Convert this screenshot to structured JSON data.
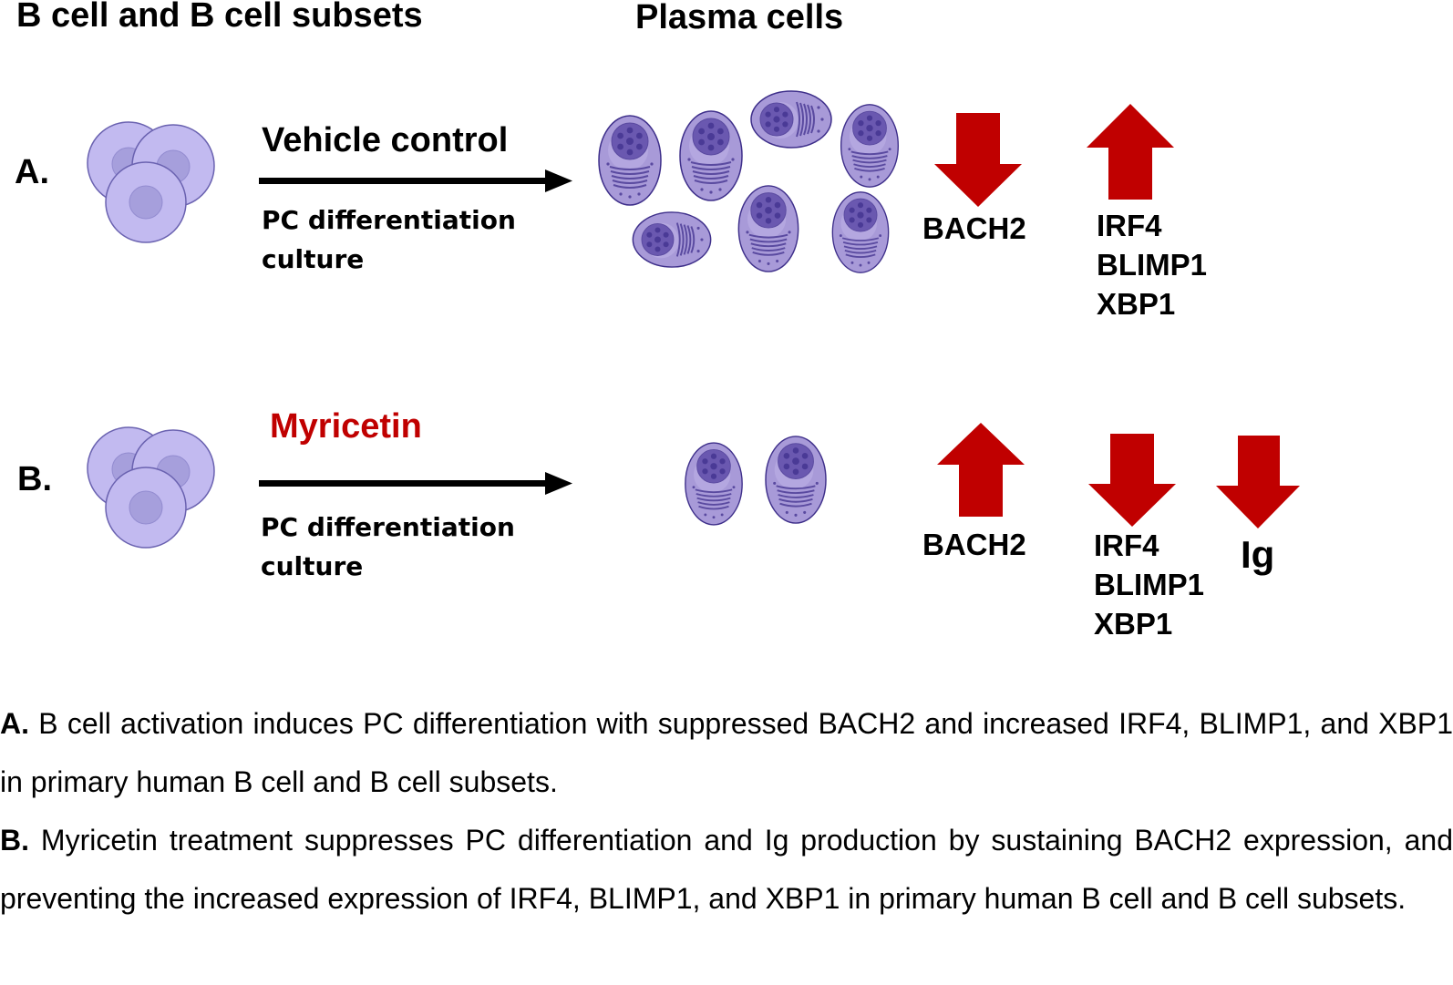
{
  "headers": {
    "b_cells": "B cell and B cell subsets",
    "plasma_cells": "Plasma cells"
  },
  "panels": [
    {
      "label": "A.",
      "treatment": "Vehicle control",
      "culture_line1": "PC differentiation",
      "culture_line2": "culture",
      "plasma_cell_count": 7,
      "effects": [
        {
          "direction": "down",
          "genes": [
            "BACH2"
          ]
        },
        {
          "direction": "up",
          "genes": [
            "IRF4",
            "BLIMP1",
            "XBP1"
          ]
        }
      ]
    },
    {
      "label": "B.",
      "treatment": "Myricetin",
      "culture_line1": "PC differentiation",
      "culture_line2": "culture",
      "plasma_cell_count": 2,
      "effects": [
        {
          "direction": "up",
          "genes": [
            "BACH2"
          ]
        },
        {
          "direction": "down",
          "genes": [
            "IRF4",
            "BLIMP1",
            "XBP1"
          ]
        },
        {
          "direction": "down",
          "genes": [
            "Ig"
          ]
        }
      ]
    }
  ],
  "caption": {
    "a_label": "A.",
    "a_text": " B cell activation induces PC differentiation with suppressed BACH2 and increased IRF4, BLIMP1, and XBP1 in primary human B cell and B cell subsets.",
    "b_label": "B.",
    "b_text": " Myricetin treatment suppresses PC differentiation and Ig production by sustaining BACH2 expression, and preventing the increased expression of IRF4, BLIMP1, and XBP1 in primary human B cell and B cell subsets."
  },
  "colors": {
    "arrow_red": "#c00000",
    "treatment_red": "#c00000",
    "b_cell_fill": "#c2baf0",
    "b_cell_nucleus": "#a69fdc",
    "b_cell_stroke": "#6a62b0",
    "plasma_fill": "#a89ad8",
    "plasma_nucleus": "#6a58b0",
    "plasma_stroke": "#3e2f8a"
  }
}
